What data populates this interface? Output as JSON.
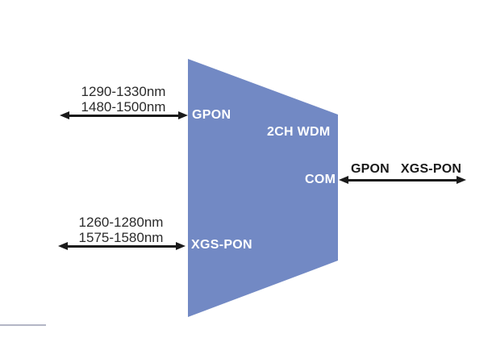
{
  "diagram": {
    "device": {
      "label": "2CH WDM",
      "shape": "trapezoid"
    },
    "ports": {
      "gpon": {
        "label": "GPON",
        "wavelengths": [
          "1290-1330nm",
          "1480-1500nm"
        ]
      },
      "xgs_pon": {
        "label": "XGS-PON",
        "wavelengths": [
          "1260-1280nm",
          "1575-1580nm"
        ]
      },
      "com": {
        "label": "COM",
        "signals": [
          "GPON",
          "XGS-PON"
        ]
      }
    },
    "icons": {
      "gpon_arrow": "double-headed-arrow-icon",
      "xgs_pon_arrow": "double-headed-arrow-icon",
      "com_arrow": "double-headed-arrow-icon"
    },
    "colors": {
      "device_fill": "#7289c4",
      "arrow": "#1a1a1a",
      "port_label_text": "#ffffff",
      "wavelength_text": "#2b2b2b",
      "underline": "#b3b6c6",
      "background": "#ffffff"
    }
  }
}
